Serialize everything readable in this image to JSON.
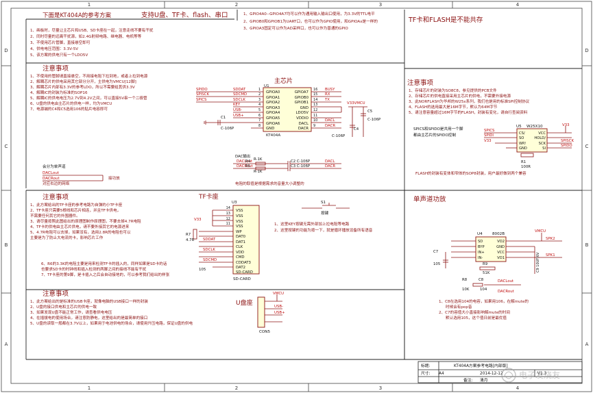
{
  "frame": {
    "cols": [
      "1",
      "2",
      "3",
      "4"
    ],
    "rows": [
      "D",
      "C",
      "B",
      "A"
    ]
  },
  "top": {
    "title": "下面是KT404A的参考方案",
    "feature_title": "支持U盘、TF卡、flash、串口",
    "notes": [
      "1、画板时，尽量让主芯片和USB、SD卡座在一起，注意走线不要有干扰",
      "2、同时尽量的远离干扰源，如2.4G射频电路、继电器、电机等等",
      "3、不使用芯片管脚，直接悬空即可",
      "4、供电电压范围：3.3V-5V",
      "5、该方案的供电只有一个LDO5V"
    ]
  },
  "gpio_notes": [
    "1、GPIO4A0--GPIO4A7均可以作为通用输入输出口使用，为3.3V的TTL电平",
    "2、GPIOB0和GPIOB1为UART口，也可以作为GPIO使用，和GPIOAx是一样的",
    "3、GPIOA3固定可以作为AD采样口，也可以作为普通的GPIO"
  ],
  "tf_flash_title": "TF卡和FLASH是不能共存",
  "main_notes": {
    "heading": "注意事项",
    "items": [
      "1、不使用的管脚请直接悬空，不用接电阻下拉到地，或者上拉到电源",
      "2、解耦芯片的供电采用其它部分分开，主供电为VMCU[12脚]",
      "3、解耦芯片内部有3.3V的参考LDO，所以不需要给其供3.3V",
      "4、解耦IC的封装为标准的SOP16",
      "5、解耦IC的供电电压为2.7V到4.2V之间，可以直接5V串一个二极管",
      "6、U盘的供电由主芯片的供电一样，均为VMCU",
      "7、电源端的C4和C5选用106的贴片电容即可"
    ]
  },
  "u1": {
    "title": "主芯片",
    "ref": "U1",
    "part": "KT404A",
    "left_pins": [
      {
        "num": "1",
        "name": "GPIOA0"
      },
      {
        "num": "2",
        "name": "GPIOA1"
      },
      {
        "num": "3",
        "name": "GPIOA2"
      },
      {
        "num": "4",
        "name": "GPIOA3"
      },
      {
        "num": "5",
        "name": "GPIOA4"
      },
      {
        "num": "6",
        "name": "GPIOA5"
      },
      {
        "num": "7",
        "name": "GPIOA6"
      },
      {
        "num": "8",
        "name": "GND"
      }
    ],
    "right_pins": [
      {
        "num": "16",
        "name": "GPIOA7"
      },
      {
        "num": "15",
        "name": "GPIOB0"
      },
      {
        "num": "14",
        "name": "GPIOB1"
      },
      {
        "num": "13",
        "name": "GND"
      },
      {
        "num": "12",
        "name": "LDO5V"
      },
      {
        "num": "11",
        "name": "VDDIO"
      },
      {
        "num": "10",
        "name": "DACL"
      },
      {
        "num": "9",
        "name": "DACR"
      }
    ],
    "left_nets": [
      "SPIDO",
      "SPISCK",
      "SPICS"
    ],
    "left_net_labels": [
      "SDDAT",
      "SDCMD",
      "SDCLK",
      "KEY",
      "USB-",
      "USB+"
    ],
    "right_nets": [
      "BUSY",
      "RX",
      "TX",
      "DACL",
      "DACR"
    ],
    "c1": {
      "ref": "C1",
      "value": "C-106P"
    },
    "vcc_label": "V33VMCU",
    "c5": {
      "ref": "C5",
      "value": "C-106P"
    },
    "c4": {
      "ref": "C4",
      "value": "C-106P"
    }
  },
  "dac": {
    "label": "DAC输出",
    "out_l": "DACLout",
    "out_r": "DACRout",
    "r4": "R4",
    "r5": "R5",
    "r_value": "R-1K",
    "c2": "C2 C-106P",
    "c3": "C3 C-106P",
    "net_l": "DACL",
    "net_r": "DACR",
    "note": "电阻的取值是根据需求的音量大小调整的"
  },
  "amp_out": {
    "title": "会分为单声道",
    "net_l": "DACLout",
    "net_r": "DACRout",
    "note": "对应右边的网络",
    "to_amp": "接功放"
  },
  "flash": {
    "heading": "注意事项",
    "items": [
      "1、存储芯片的封装为SO8C8，参见提供的PCB文件",
      "2、存储芯片的供电直接采用主芯片的供电，不需要外接电源",
      "3、此NORFLASH为华邦的W25x系列，我们也是用的标准SPI控制协议",
      "4、FLASH的选用最大是16M字节，默认为64M字节",
      "5、请注意容量超过16M字节的FLASH，封装有变化，请自行查阅资料"
    ],
    "spi_note": [
      "SPICS和SPIDO是共用一个脚",
      "都由主芯片的SPIDO控制"
    ],
    "u5_ref": "U5",
    "part": "W25X10",
    "left_pins": [
      "CS/",
      "SO",
      "WP/",
      "GND"
    ],
    "right_pins": [
      "VCC",
      "HOLD/",
      "SCK",
      "SI"
    ],
    "nets": [
      "SPICS",
      "SPIDI",
      "V33",
      "V33",
      "SPISCK",
      "SPIDO"
    ],
    "r1": "R1",
    "r1_value": "100R",
    "package_note": "FLASH的封装有变体和窄体的SOP8封装，用户最好做到两个兼容"
  },
  "tf": {
    "heading": "注意事项",
    "items": [
      "1、此方案给出的TF卡座的参考电路为自弹的小TF卡座",
      "2、TF卡座只需要5根线和芯片相连，并且TF卡供电，",
      "   不需要任何其它的外围器件。",
      "3、请尽量按照此图给出的原理图制作原理图，不要去掉4.7R电阻",
      "4、TF卡的供电由主芯片供电，请不要外接其它的电源进来",
      "5、4.7R电阻可以去掉，如果没有，选用2.8R的电阻也可以",
      "   主要是为了防止大电流的卡，影响芯片工作",
      "6、R6的3.3K的电阻主要是用来检测TF卡的插入的，同样如果是SD卡的话",
      "   也要求SD卡的时钟线和插入检测的两脚之间的接线不能有干扰",
      "7、TF卡座的第9脚，是卡插入之后会自动接地的，可以参考我们给出的样张"
    ],
    "socket_title": "TF卡座",
    "ref": "U3",
    "pins": [
      "VSS",
      "VSS",
      "VSS",
      "VSS",
      "WP",
      "DAT0",
      "DAT1",
      "CLK",
      "VDD",
      "CMD",
      "CDDAT3",
      "DAT2",
      "SD-CARD"
    ],
    "pin_nums": [
      "14",
      "13",
      "12",
      "11"
    ],
    "vcc": "V33",
    "nets": [
      "SDDAT",
      "SDCLK",
      "SDCMD"
    ],
    "r7": "R7",
    "r7_value": "4.7R",
    "c6_value": "105",
    "part": "SD-CARD"
  },
  "key": {
    "ref": "S1",
    "label": "按键",
    "notes": [
      "1、这里KEY按键无需外部加上拉电阻等电路",
      "2、这里按键的功能为按一下，就是循环播放设备所有语音"
    ]
  },
  "amp": {
    "heading": "单声道功放",
    "ref": "U4",
    "part": "8002B",
    "left_pins": [
      "SD",
      "BYP",
      "IN+",
      "IN-"
    ],
    "right_pins": [
      "VO2",
      "GND",
      "VCC",
      "VO1"
    ],
    "vcc": "VMCU",
    "spk2": "SPK2",
    "spk1": "SPK1",
    "dac_l": "DACLout",
    "dac_r": "DACRout",
    "c7": "C7",
    "c7_value": "105",
    "r9": "R9",
    "r9_value": "51K",
    "r8": "R8",
    "r8_value": "10K",
    "c8": "C8",
    "c8_value": "104",
    "c9": "C9 10UF/6V",
    "notes": [
      "1、C8在选用104的电容，如果用106，在解mute的",
      "时候会有pop音",
      "2、C7的容值大小直接影响解mute的时间",
      "默认选用105，这个值日前是最优值"
    ]
  },
  "usb": {
    "heading": "注意事项",
    "items": [
      "1、此方案给出的是标准的USB卡座，就像电脑的USB接口一样的封装",
      "2、U盘的接口供电和主芯片的供电一致",
      "3、如果发现U盘不能正常工作，请查看供电电压",
      "4、在插拔电的使用场合，请注意防静电，这里给出的是最简单的接口",
      "5、U盘的读取一般都在3.7V以上，如果用于电池供电的场合，请使用升压电路，保证U盘的供电"
    ],
    "title": "U盘座",
    "nets": [
      "VMCU",
      "USB-",
      "USB+"
    ],
    "part": "CON5"
  },
  "title_block": {
    "title_label": "标题:",
    "title_value": "KT404A方案参考电路[内部版]",
    "size_label": "尺寸:",
    "size_value": "A4",
    "date_value": "2014-12-12",
    "version_value": "V1.3",
    "remark_label": "备注:",
    "remark_value": "清月",
    "watermark": "电子发烧友"
  }
}
